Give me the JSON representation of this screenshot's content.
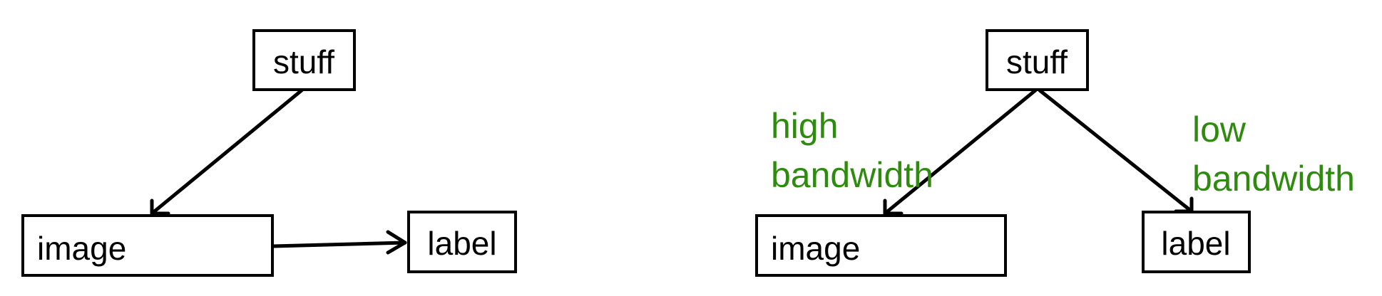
{
  "colors": {
    "box_stroke": "#000000",
    "arrow": "#000000",
    "annotation_text": "#2e8b0e"
  },
  "left_diagram": {
    "nodes": {
      "stuff": "stuff",
      "image": "image",
      "label": "label"
    }
  },
  "right_diagram": {
    "nodes": {
      "stuff": "stuff",
      "image": "image",
      "label": "label"
    },
    "annotations": {
      "high_line1": "high",
      "high_line2": "bandwidth",
      "low_line1": "low",
      "low_line2": "bandwidth"
    }
  }
}
